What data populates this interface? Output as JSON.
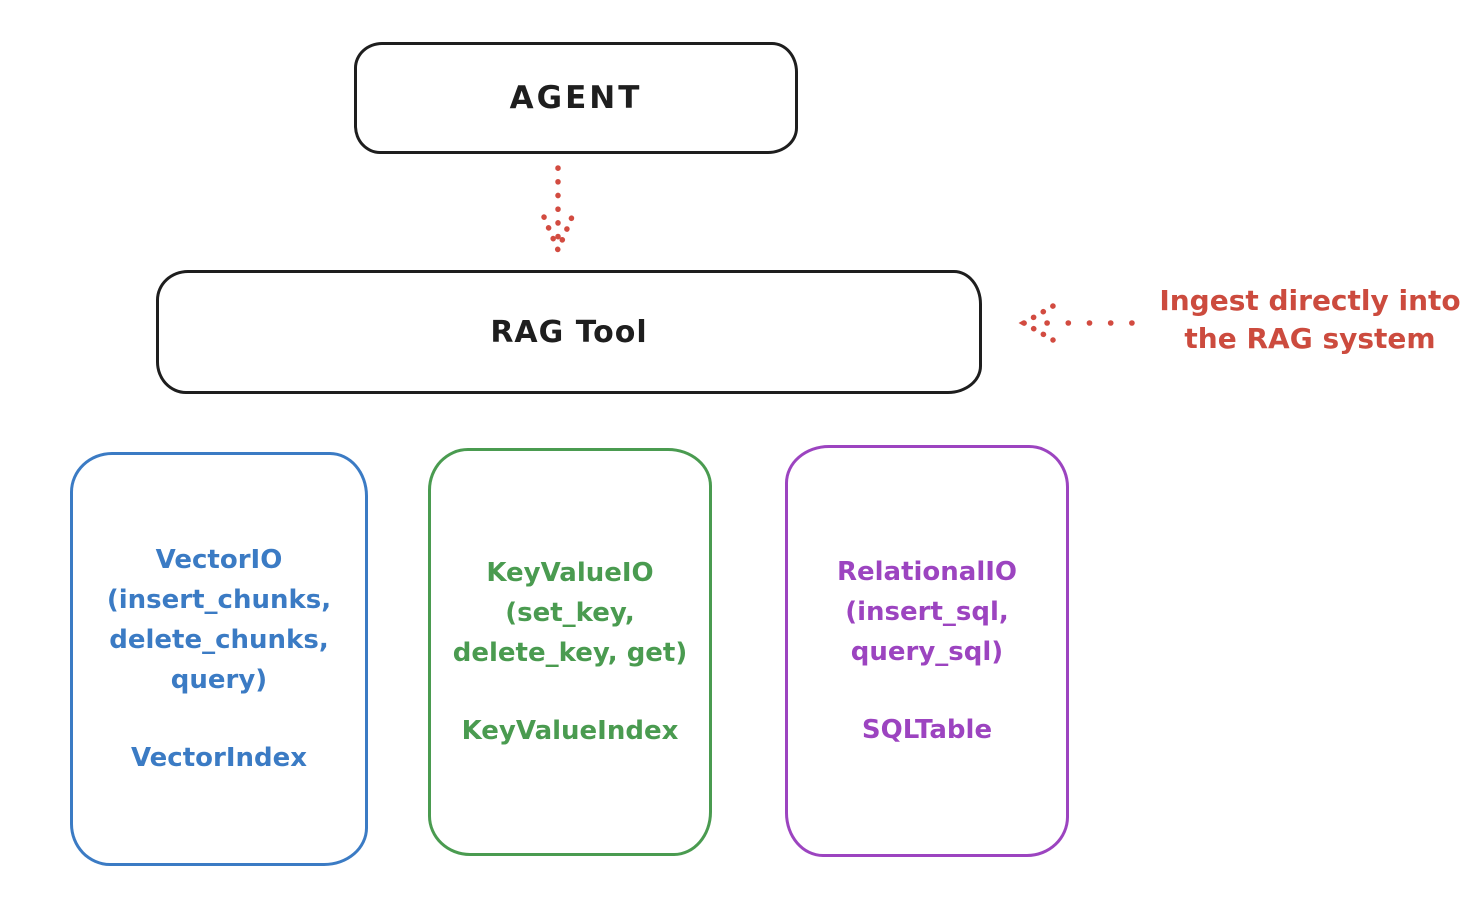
{
  "diagram": {
    "title_hint": "RAG Tool architecture sketch",
    "colors": {
      "stroke_black": "#1e1e1e",
      "arrow_red": "#d24b40",
      "annotation_red": "#cc4b3e",
      "vector_blue": "#3b7bc4",
      "keyvalue_green": "#4a9b50",
      "relational_purple": "#9c44c0",
      "background": "#ffffff"
    },
    "nodes": {
      "agent": {
        "label": "AGENT"
      },
      "rag_tool": {
        "label": "RAG Tool"
      },
      "vector_io": {
        "lines": [
          "VectorIO",
          "(insert_chunks,",
          "delete_chunks,",
          "query)"
        ],
        "index_label": "VectorIndex"
      },
      "keyvalue_io": {
        "lines": [
          "KeyValueIO",
          "(set_key,",
          "delete_key, get)"
        ],
        "index_label": "KeyValueIndex"
      },
      "relational_io": {
        "lines": [
          "RelationalIO",
          "(insert_sql,",
          "query_sql)"
        ],
        "index_label": "SQLTable"
      }
    },
    "annotation": {
      "lines": [
        "Ingest directly into",
        "the RAG system"
      ]
    },
    "arrows": {
      "agent_to_rag": {
        "style": "dotted",
        "direction": "down",
        "from": "AGENT",
        "to": "RAG Tool"
      },
      "ingest_into_rag": {
        "style": "dotted",
        "direction": "left",
        "to": "RAG Tool"
      }
    }
  }
}
